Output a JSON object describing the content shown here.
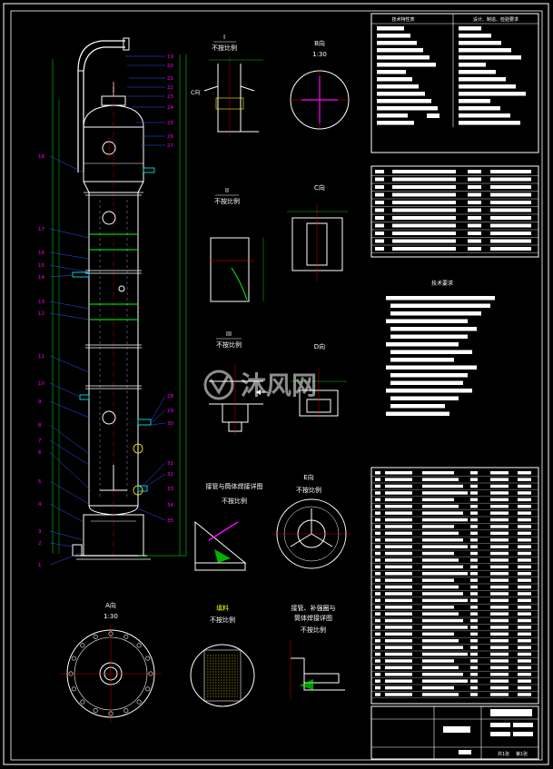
{
  "views": {
    "detail_1_title": "I",
    "detail_1_scale": "不按比例",
    "view_b_title": "B向",
    "view_b_scale": "1:30",
    "detail_2_title": "II",
    "detail_2_scale": "不按比例",
    "view_c_title": "C向",
    "detail_3_title": "III",
    "detail_3_scale": "不按比例",
    "view_d_title": "D向",
    "weld_title": "接管与筒体焊接详图",
    "weld_scale": "不按比例",
    "view_e_title": "E向",
    "view_e_scale": "不按比例",
    "view_a_title": "A向",
    "view_a_scale": "1:30",
    "packing_title": "填料",
    "packing_scale": "不按比例",
    "weld2_title_line1": "接管、补强圈与",
    "weld2_title_line2": "筒体焊接详图",
    "weld2_scale": "不按比例"
  },
  "tables": {
    "design_data_title": "技术特性表",
    "design_data_title2": "设计、制造、检验要求",
    "tech_req_title": "技术要求"
  },
  "watermark": {
    "text": "沐风网"
  },
  "title_block": {
    "footer_left": "共1张",
    "footer_right": "第1张"
  },
  "part_numbers": [
    "19",
    "20",
    "21",
    "22",
    "23",
    "24",
    "25",
    "26",
    "27",
    "18",
    "17",
    "16",
    "15",
    "14",
    "13",
    "12",
    "11",
    "10",
    "9",
    "8",
    "7",
    "6",
    "5",
    "4",
    "3",
    "2",
    "1",
    "28",
    "29",
    "30",
    "31",
    "32",
    "33",
    "34",
    "35"
  ],
  "colors": {
    "background": "#000000",
    "line": "#ffffff",
    "part_number": "#ff00ff",
    "leader": "#0000ff",
    "dimension": "#00ff00",
    "center": "#ff0000",
    "hatch": "#ffff00",
    "nozzle": "#00ffff"
  }
}
